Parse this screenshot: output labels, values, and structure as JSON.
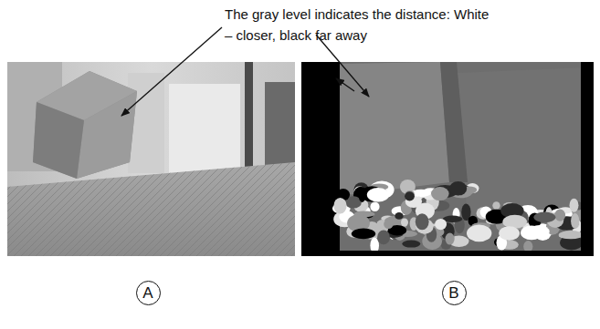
{
  "diagram": {
    "nodes": [
      {
        "text": [
          "A"
        ]
      },
      {
        "text": [
          "B"
        ]
      }
    ],
    "labels": [
      "The gray level indicates the distance: White – closer, black far away"
    ]
  }
}
